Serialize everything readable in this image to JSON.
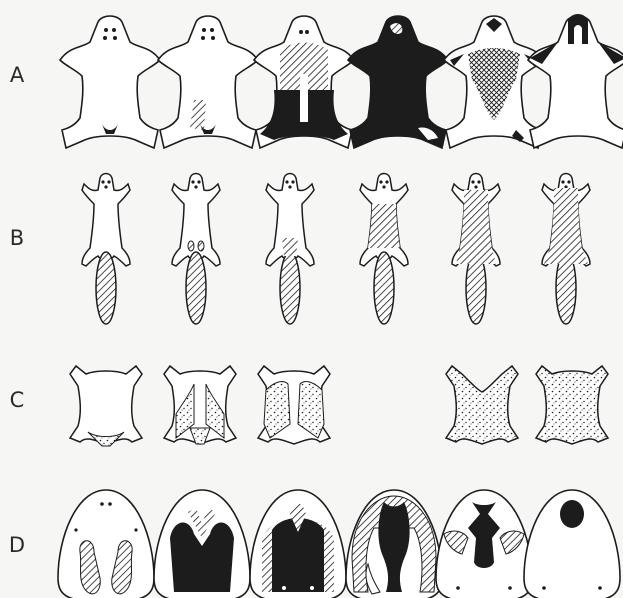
{
  "rows": [
    {
      "label": "A",
      "specimens": 6
    },
    {
      "label": "B",
      "specimens": 6
    },
    {
      "label": "C",
      "specimens": 5
    },
    {
      "label": "D",
      "specimens": 6
    }
  ],
  "colors": {
    "ink": "#1c1c1c",
    "paper": "#f6f6f4",
    "fill": "#ffffff"
  }
}
